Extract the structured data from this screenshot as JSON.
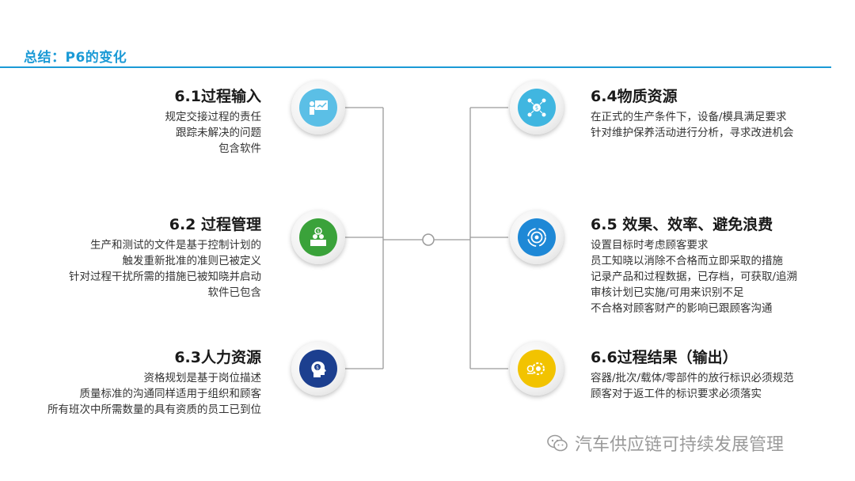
{
  "header": {
    "title": "总结：P6的变化"
  },
  "colors": {
    "accent": "#1b9ad6",
    "icon_light_blue": "#5bbfe6",
    "icon_green": "#3aa23a",
    "icon_navy": "#1c3f8f",
    "icon_teal": "#40b6e0",
    "icon_blue": "#1e88d6",
    "icon_yellow": "#f2c300"
  },
  "items": [
    {
      "title": "6.1过程输入",
      "icon": "presentation-icon",
      "lines": [
        "规定交接过程的责任",
        "跟踪未解决的问题",
        "包含软件"
      ]
    },
    {
      "title": "6.2 过程管理",
      "icon": "money-desk-icon",
      "lines": [
        "生产和测试的文件是基于控制计划的",
        "触发重新批准的准则已被定义",
        "针对过程干扰所需的措施已被知晓并启动",
        "软件已包含"
      ]
    },
    {
      "title": "6.3人力资源",
      "icon": "head-coins-icon",
      "lines": [
        "资格规划是基于岗位描述",
        "质量标准的沟通同样适用于组织和顾客",
        "所有班次中所需数量的具有资质的员工已到位"
      ]
    },
    {
      "title": "6.4物质资源",
      "icon": "network-money-icon",
      "lines": [
        "在正式的生产条件下，设备/模具满足要求",
        "针对维护保养活动进行分析，寻求改进机会"
      ]
    },
    {
      "title": "6.5 效果、效率、避免浪费",
      "icon": "target-cycle-icon",
      "lines": [
        "设置目标时考虑顾客要求",
        "员工知晓以消除不合格而立即采取的措施",
        "记录产品和过程数据，已存档，可获取/追溯",
        "审核计划已实施/可用来识别不足",
        "不合格对顾客财产的影响已跟顾客沟通"
      ]
    },
    {
      "title": "6.6过程结果（输出）",
      "icon": "gears-icon",
      "lines": [
        "容器/批次/载体/零部件的放行标识必须规范",
        "顾客对于返工件的标识要求必须落实"
      ]
    }
  ],
  "watermark": {
    "text": "汽车供应链可持续发展管理",
    "icon": "wechat-icon"
  }
}
